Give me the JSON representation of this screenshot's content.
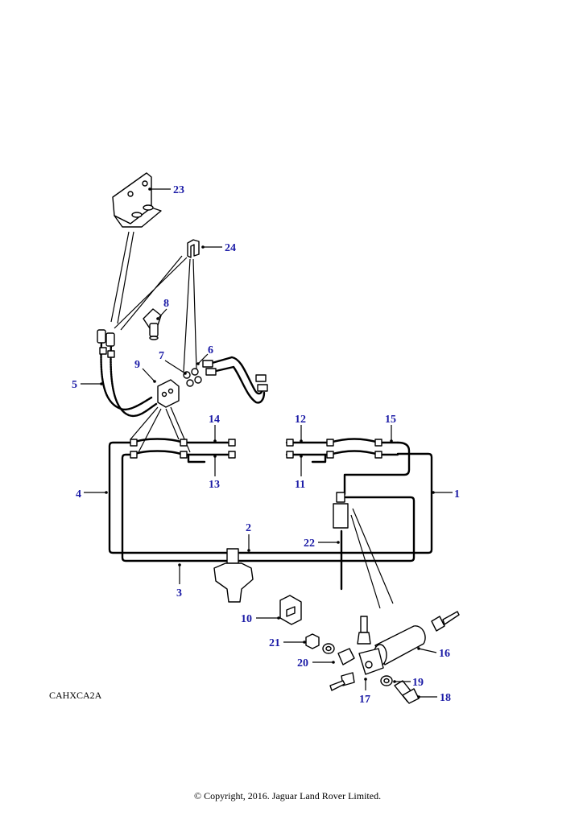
{
  "diagram": {
    "reference_code": "CAHXCA2A",
    "copyright": "© Copyright, 2016. Jaguar Land Rover Limited.",
    "callout_color": "#1a1aa6",
    "callouts": [
      {
        "id": "1",
        "label": "1"
      },
      {
        "id": "2",
        "label": "2"
      },
      {
        "id": "3",
        "label": "3"
      },
      {
        "id": "4",
        "label": "4"
      },
      {
        "id": "5",
        "label": "5"
      },
      {
        "id": "6",
        "label": "6"
      },
      {
        "id": "7",
        "label": "7"
      },
      {
        "id": "8",
        "label": "8"
      },
      {
        "id": "9",
        "label": "9"
      },
      {
        "id": "10",
        "label": "10"
      },
      {
        "id": "11",
        "label": "11"
      },
      {
        "id": "12",
        "label": "12"
      },
      {
        "id": "13",
        "label": "13"
      },
      {
        "id": "14",
        "label": "14"
      },
      {
        "id": "15",
        "label": "15"
      },
      {
        "id": "16",
        "label": "16"
      },
      {
        "id": "17",
        "label": "17"
      },
      {
        "id": "18",
        "label": "18"
      },
      {
        "id": "19",
        "label": "19"
      },
      {
        "id": "20",
        "label": "20"
      },
      {
        "id": "21",
        "label": "21"
      },
      {
        "id": "22",
        "label": "22"
      },
      {
        "id": "23",
        "label": "23"
      },
      {
        "id": "24",
        "label": "24"
      }
    ]
  }
}
